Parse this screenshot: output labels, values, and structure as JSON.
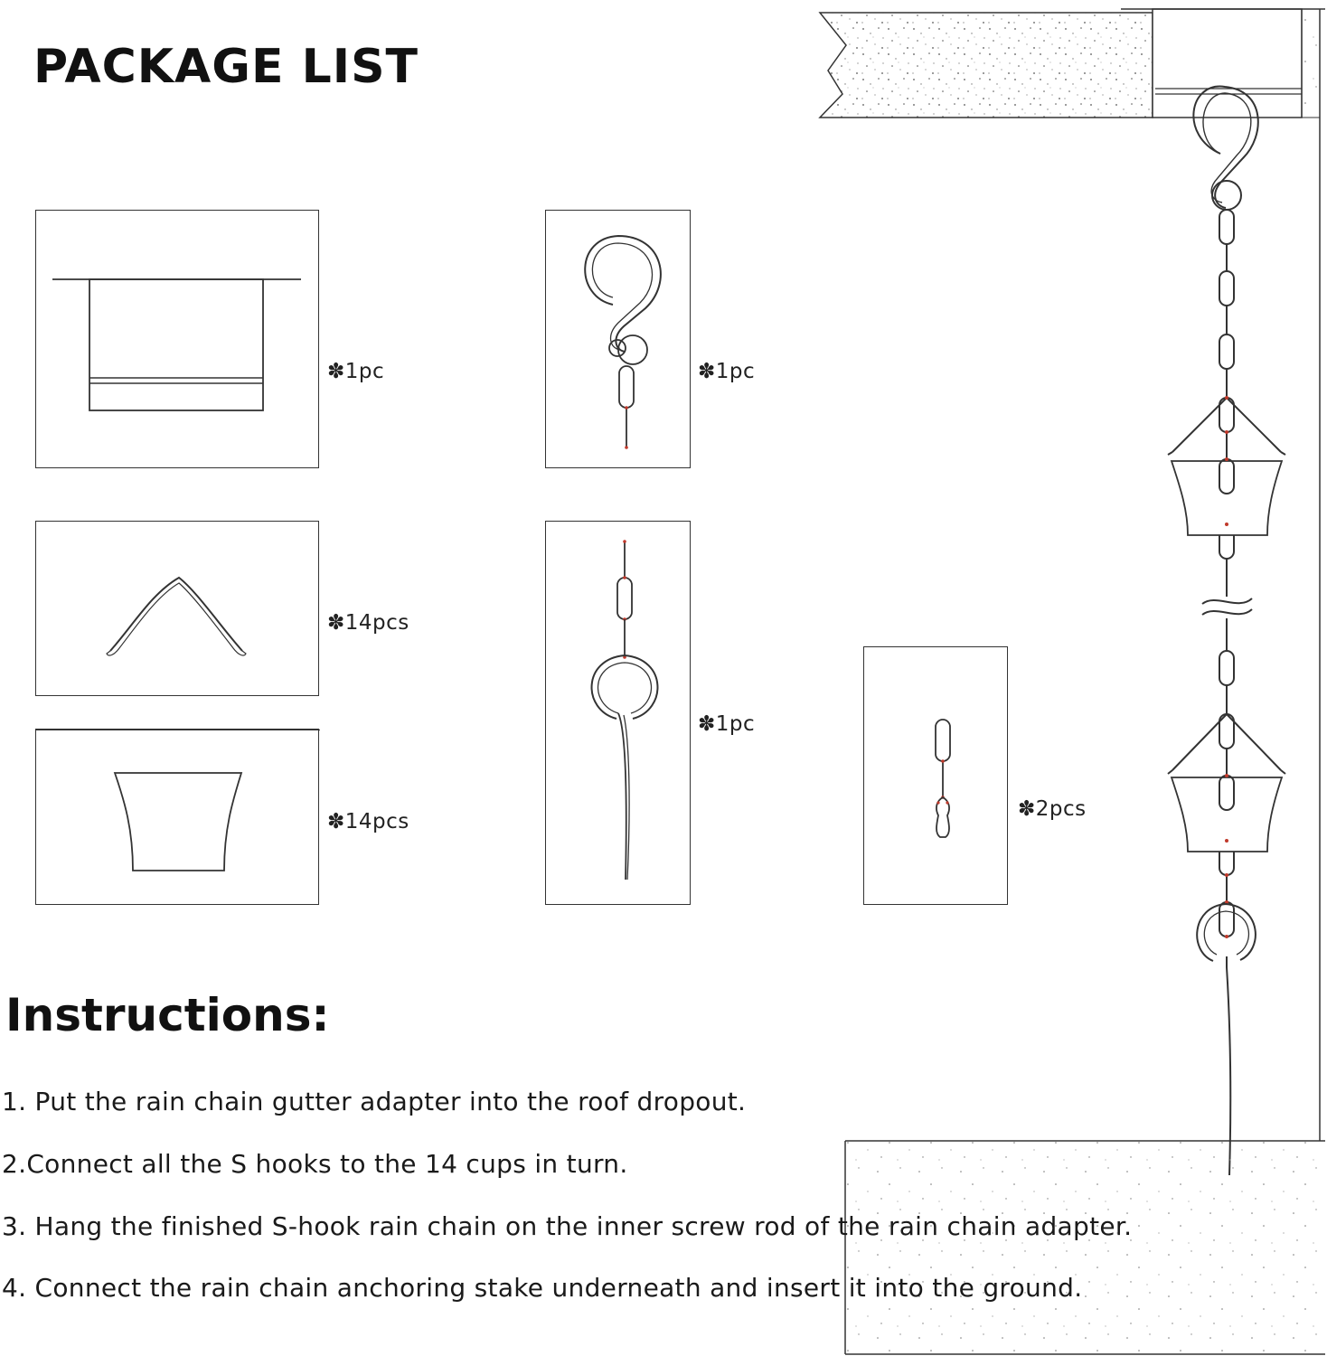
{
  "title": "PACKAGE LIST",
  "items": [
    {
      "name": "gutter-adapter",
      "qty": "✽1pc"
    },
    {
      "name": "s-hook",
      "qty": "✽1pc"
    },
    {
      "name": "cup-hanger",
      "qty": "✽14pcs"
    },
    {
      "name": "cup",
      "qty": "✽14pcs"
    },
    {
      "name": "anchoring-stake",
      "qty": "✽1pc"
    },
    {
      "name": "chain-link-clip",
      "qty": "✽2pcs"
    }
  ],
  "instructions_title": "Instructions:",
  "steps": [
    "1. Put the rain chain gutter adapter into the roof dropout.",
    "2.Connect all the S hooks to the 14 cups in turn.",
    "3. Hang the finished S-hook rain chain on the inner screw rod of the rain chain adapter.",
    "4. Connect the rain chain anchoring stake underneath and insert it into the ground."
  ],
  "colors": {
    "line": "#333333",
    "accent": "#c0392b"
  }
}
